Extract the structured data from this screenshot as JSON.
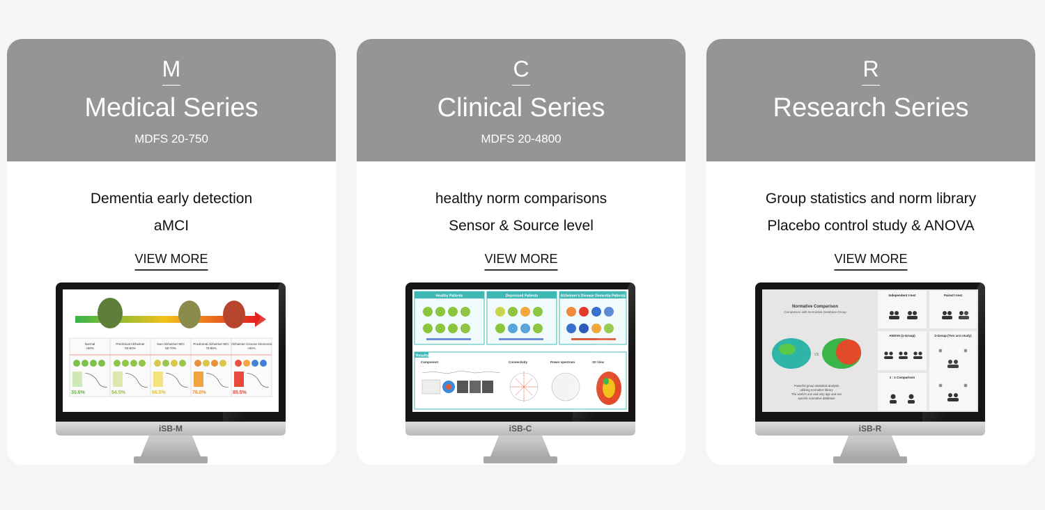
{
  "cards": [
    {
      "letter": "M",
      "title": "Medical Series",
      "code": "MDFS 20-750",
      "features": [
        "Dementia early detection",
        "aMCI"
      ],
      "link": "VIEW MORE",
      "monitor_label": "iSB-M",
      "screen": {
        "stages": [
          {
            "name": "Normal",
            "range": "<50%"
          },
          {
            "name": "Preclinical Alzheimer",
            "range": "50-60%"
          },
          {
            "name": "Non-Alzheimer MCI",
            "range": "60-70%"
          },
          {
            "name": "Prodromal Alzheimer MCI",
            "range": "70-85%"
          },
          {
            "name": "Alzheimer Disease Dementia",
            "range": ">85%"
          }
        ],
        "percents": [
          "30.6%",
          "54.5%",
          "66.5%",
          "76.0%",
          "85.5%"
        ]
      }
    },
    {
      "letter": "C",
      "title": "Clinical Series",
      "code": "MDFS 20-4800",
      "features": [
        "healthy norm comparisons",
        "Sensor & Source level"
      ],
      "link": "VIEW MORE",
      "monitor_label": "iSB-C",
      "screen": {
        "groups": [
          "Healthy Patients",
          "Depressed Patients",
          "Alzheimer's Disease Dementia Patients"
        ],
        "results_label": "Results",
        "panels": [
          "Component",
          "Connectivity",
          "Power spectrum",
          "3D View"
        ]
      }
    },
    {
      "letter": "R",
      "title": "Research Series",
      "code": "",
      "features": [
        "Group statistics and norm library",
        "Placebo control study & ANOVA"
      ],
      "link": "VIEW MORE",
      "monitor_label": "iSB-R",
      "screen": {
        "heading": "Normative Comparison",
        "subheading": "Comparison with Normative Database Group",
        "vs": "VS",
        "caption": [
          "Powerful group statistical analysis",
          "utilizing normative library",
          "The world's one and only age and sex",
          "specific normative database"
        ],
        "tests": [
          "Independent t-test",
          "Paired t-test",
          "ANOVA (1-Group)",
          "2-Group (Two arm study)",
          "1 : 1 Comparison"
        ]
      }
    }
  ],
  "colors": {
    "header_gray": "#959595",
    "teal": "#3fb8b5",
    "background": "#f5f5f5"
  }
}
